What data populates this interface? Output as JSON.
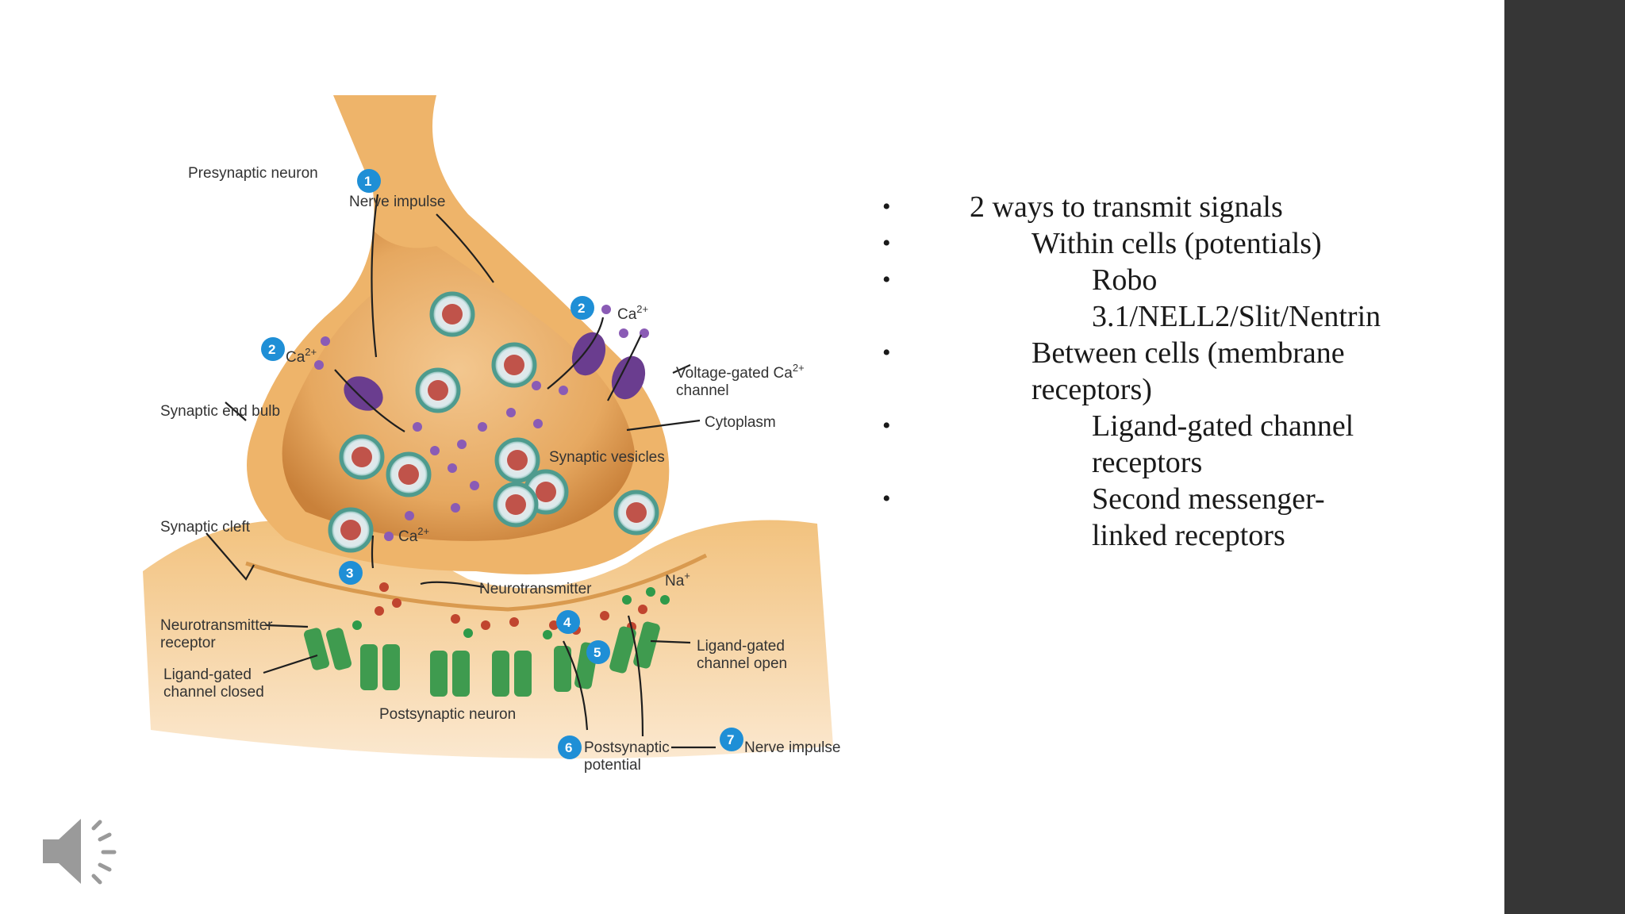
{
  "diagram": {
    "labels": {
      "presynaptic_neuron": "Presynaptic neuron",
      "nerve_impulse_1": "Nerve impulse",
      "ca_left": "Ca",
      "ca_right": "Ca",
      "ca_bottom": "Ca",
      "ca_sup": "2+",
      "voltage_gated_line1": "Voltage-gated Ca",
      "voltage_gated_line2": "channel",
      "cytoplasm": "Cytoplasm",
      "synaptic_end_bulb": "Synaptic end bulb",
      "synaptic_vesicles": "Synaptic vesicles",
      "synaptic_cleft": "Synaptic cleft",
      "neurotransmitter": "Neurotransmitter",
      "na": "Na",
      "na_sup": "+",
      "nt_receptor_line1": "Neurotransmitter",
      "nt_receptor_line2": "receptor",
      "lg_closed_line1": "Ligand-gated",
      "lg_closed_line2": "channel closed",
      "lg_open_line1": "Ligand-gated",
      "lg_open_line2": "channel open",
      "postsynaptic_neuron": "Postsynaptic neuron",
      "postsynaptic_potential_line1": "Postsynaptic",
      "postsynaptic_potential_line2": "potential",
      "nerve_impulse_7": "Nerve impulse"
    },
    "steps": [
      "1",
      "2",
      "2",
      "3",
      "4",
      "5",
      "6",
      "7"
    ]
  },
  "bullets": [
    {
      "level": 1,
      "text": "2 ways to transmit signals"
    },
    {
      "level": 2,
      "text": "Within cells (potentials)"
    },
    {
      "level": 3,
      "text": "Robo"
    },
    {
      "level": 3,
      "text": "3.1/NELL2/Slit/Nentrin",
      "continuation": true
    },
    {
      "level": 2,
      "text": "Between cells (membrane"
    },
    {
      "level": 2,
      "text": "receptors)",
      "continuation": true
    },
    {
      "level": 3,
      "text": "Ligand-gated channel"
    },
    {
      "level": 3,
      "text": "receptors",
      "continuation": true
    },
    {
      "level": 3,
      "text": "Second messenger-"
    },
    {
      "level": 3,
      "text": "linked receptors",
      "continuation": true
    }
  ],
  "icons": {
    "speaker": "speaker-volume-icon"
  },
  "colors": {
    "panel": "#363636",
    "membrane": "#e8a24a",
    "vesicle": "#4e9b8e",
    "channel_purple": "#6a3d8f",
    "receptor_green": "#3f9b4f",
    "step_blue": "#1f8fd6"
  }
}
